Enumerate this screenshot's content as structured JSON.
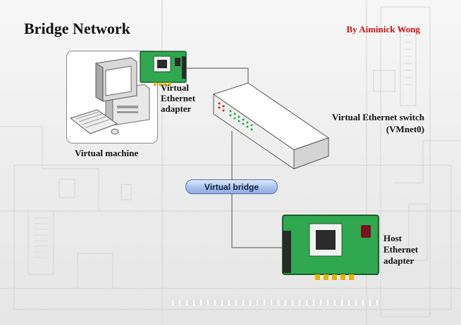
{
  "title": "Bridge Network",
  "author": "By Aiminick Wong",
  "labels": {
    "virtual_machine": "Virtual machine",
    "virtual_ethernet_adapter": [
      "Virtual",
      "Ethernet",
      "adapter"
    ],
    "virtual_switch": [
      "Virtual Ethernet switch",
      "(VMnet0)"
    ],
    "virtual_bridge": "Virtual bridge",
    "host_adapter": [
      "Host",
      "Ethernet",
      "adapter"
    ]
  },
  "colors": {
    "author_text": "#cc1111",
    "card_green": "#2fa84f",
    "bridge_pill": "#a9c2ec",
    "switch_body": "#f2f2f2"
  },
  "icons": [
    "computer-icon",
    "network-card-icon",
    "ethernet-switch-icon"
  ]
}
